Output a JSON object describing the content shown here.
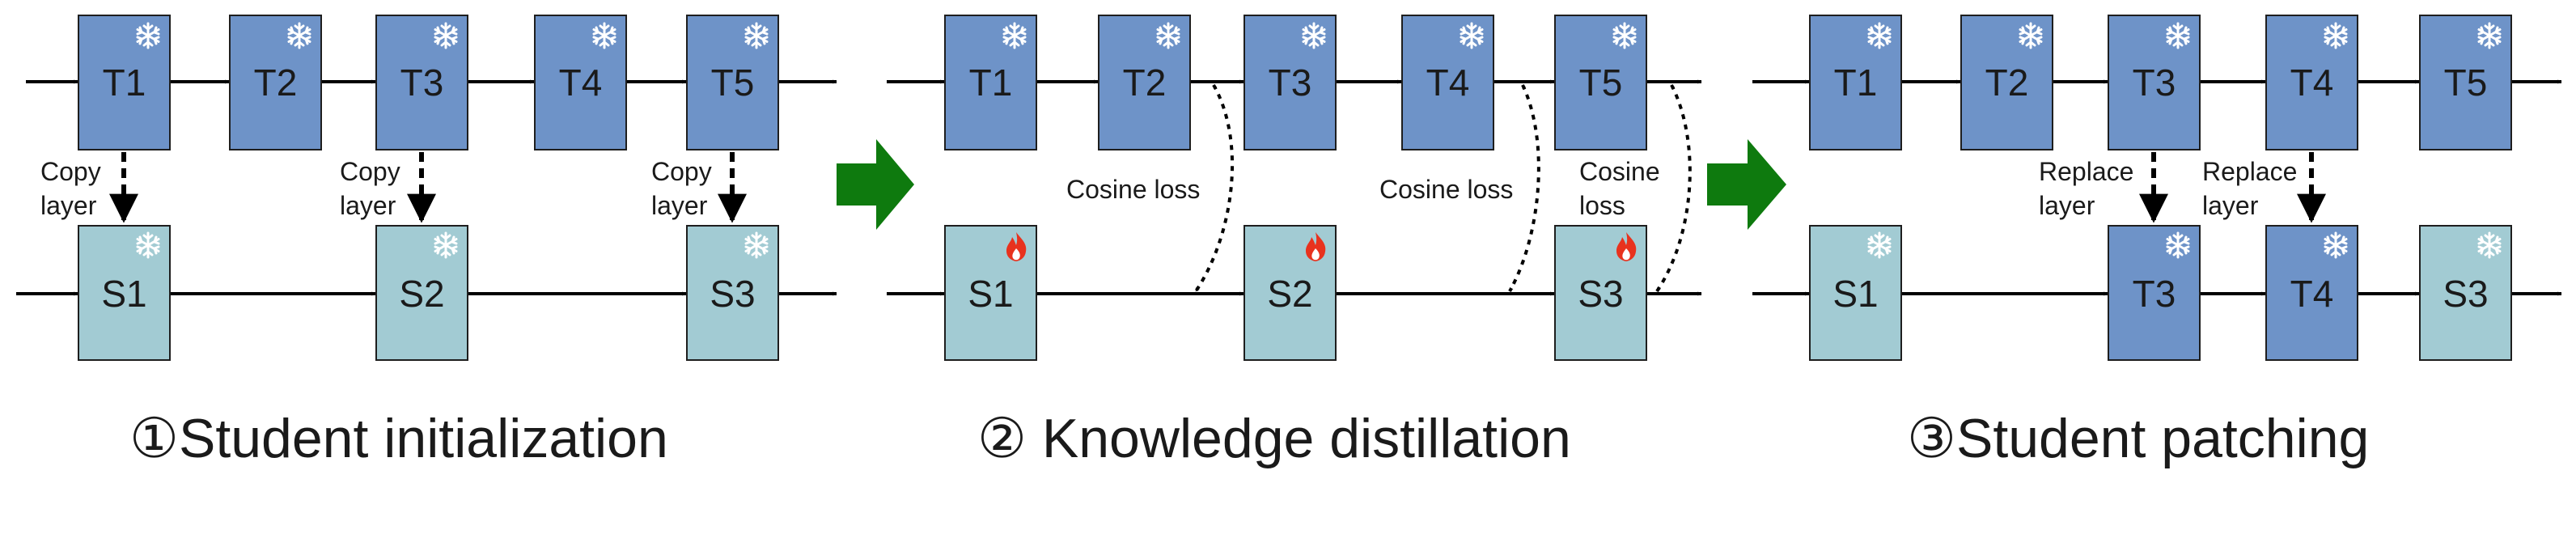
{
  "colors": {
    "teacher": "#6e93c8",
    "student": "#a2cbd3",
    "stage_arrow": "#0e7a0e",
    "flame": "#e8321e"
  },
  "icons": {
    "frozen": "snowflake-icon",
    "trainable": "flame-icon",
    "stage_transition": "green-arrow-icon"
  },
  "panels": [
    {
      "caption": "①Student initialization",
      "top": [
        "T1",
        "T2",
        "T3",
        "T4",
        "T5"
      ],
      "bottom": [
        "S1",
        "S2",
        "S3"
      ],
      "notes": [
        {
          "line1": "Copy",
          "line2": "layer"
        },
        {
          "line1": "Copy",
          "line2": "layer"
        },
        {
          "line1": "Copy",
          "line2": "layer"
        }
      ]
    },
    {
      "caption": "② Knowledge distillation",
      "top": [
        "T1",
        "T2",
        "T3",
        "T4",
        "T5"
      ],
      "bottom": [
        "S1",
        "S2",
        "S3"
      ],
      "notes": [
        {
          "line1": "Cosine loss",
          "line2": ""
        },
        {
          "line1": "Cosine loss",
          "line2": ""
        },
        {
          "line1": "Cosine",
          "line2": "loss"
        }
      ]
    },
    {
      "caption": "③Student patching",
      "top": [
        "T1",
        "T2",
        "T3",
        "T4",
        "T5"
      ],
      "bottom": [
        "S1",
        "T3",
        "T4",
        "S3"
      ],
      "notes": [
        {
          "line1": "Replace",
          "line2": "layer"
        },
        {
          "line1": "Replace",
          "line2": "layer"
        }
      ]
    }
  ]
}
